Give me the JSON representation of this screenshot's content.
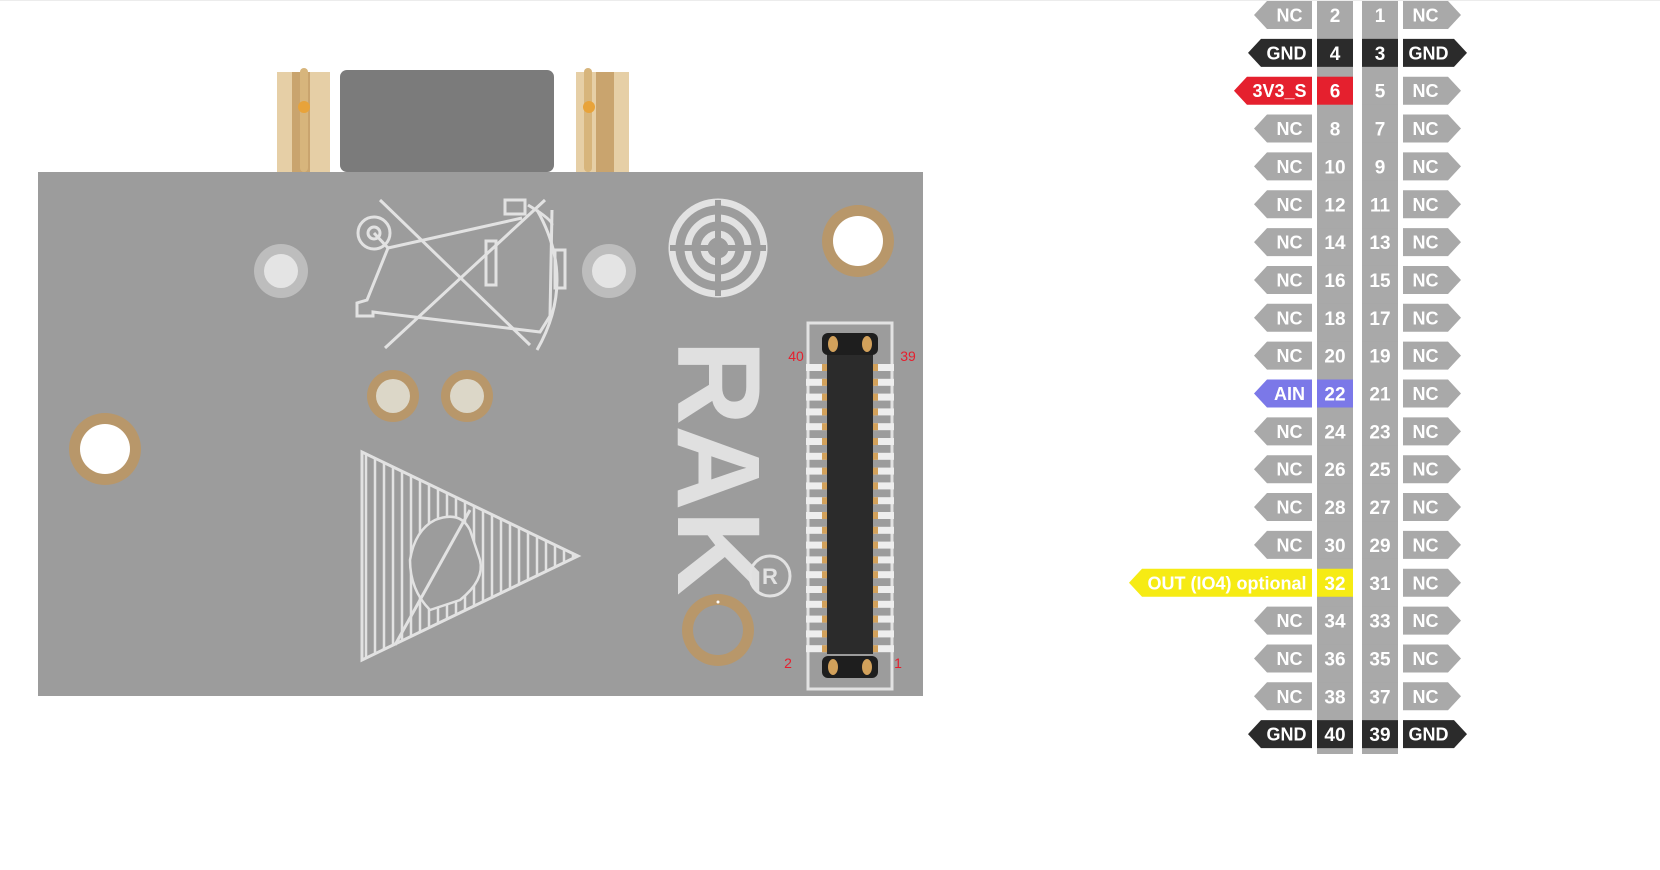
{
  "board": {
    "logo_text": "RAK",
    "registered_mark": "R",
    "connector_labels": {
      "top_left": "40",
      "top_right": "39",
      "bottom_left": "2",
      "bottom_right": "1"
    }
  },
  "pinout": {
    "rows": [
      {
        "left": {
          "pin": "2",
          "label": "NC",
          "type": "nc"
        },
        "right": {
          "pin": "1",
          "label": "NC",
          "type": "nc"
        }
      },
      {
        "left": {
          "pin": "4",
          "label": "GND",
          "type": "gnd"
        },
        "right": {
          "pin": "3",
          "label": "GND",
          "type": "gnd"
        }
      },
      {
        "left": {
          "pin": "6",
          "label": "3V3_S",
          "type": "pwr"
        },
        "right": {
          "pin": "5",
          "label": "NC",
          "type": "nc"
        }
      },
      {
        "left": {
          "pin": "8",
          "label": "NC",
          "type": "nc"
        },
        "right": {
          "pin": "7",
          "label": "NC",
          "type": "nc"
        }
      },
      {
        "left": {
          "pin": "10",
          "label": "NC",
          "type": "nc"
        },
        "right": {
          "pin": "9",
          "label": "NC",
          "type": "nc"
        }
      },
      {
        "left": {
          "pin": "12",
          "label": "NC",
          "type": "nc"
        },
        "right": {
          "pin": "11",
          "label": "NC",
          "type": "nc"
        }
      },
      {
        "left": {
          "pin": "14",
          "label": "NC",
          "type": "nc"
        },
        "right": {
          "pin": "13",
          "label": "NC",
          "type": "nc"
        }
      },
      {
        "left": {
          "pin": "16",
          "label": "NC",
          "type": "nc"
        },
        "right": {
          "pin": "15",
          "label": "NC",
          "type": "nc"
        }
      },
      {
        "left": {
          "pin": "18",
          "label": "NC",
          "type": "nc"
        },
        "right": {
          "pin": "17",
          "label": "NC",
          "type": "nc"
        }
      },
      {
        "left": {
          "pin": "20",
          "label": "NC",
          "type": "nc"
        },
        "right": {
          "pin": "19",
          "label": "NC",
          "type": "nc"
        }
      },
      {
        "left": {
          "pin": "22",
          "label": "AIN",
          "type": "ain"
        },
        "right": {
          "pin": "21",
          "label": "NC",
          "type": "nc"
        }
      },
      {
        "left": {
          "pin": "24",
          "label": "NC",
          "type": "nc"
        },
        "right": {
          "pin": "23",
          "label": "NC",
          "type": "nc"
        }
      },
      {
        "left": {
          "pin": "26",
          "label": "NC",
          "type": "nc"
        },
        "right": {
          "pin": "25",
          "label": "NC",
          "type": "nc"
        }
      },
      {
        "left": {
          "pin": "28",
          "label": "NC",
          "type": "nc"
        },
        "right": {
          "pin": "27",
          "label": "NC",
          "type": "nc"
        }
      },
      {
        "left": {
          "pin": "30",
          "label": "NC",
          "type": "nc"
        },
        "right": {
          "pin": "29",
          "label": "NC",
          "type": "nc"
        }
      },
      {
        "left": {
          "pin": "32",
          "label": "OUT (IO4) optional",
          "type": "io"
        },
        "right": {
          "pin": "31",
          "label": "NC",
          "type": "nc"
        }
      },
      {
        "left": {
          "pin": "34",
          "label": "NC",
          "type": "nc"
        },
        "right": {
          "pin": "33",
          "label": "NC",
          "type": "nc"
        }
      },
      {
        "left": {
          "pin": "36",
          "label": "NC",
          "type": "nc"
        },
        "right": {
          "pin": "35",
          "label": "NC",
          "type": "nc"
        }
      },
      {
        "left": {
          "pin": "38",
          "label": "NC",
          "type": "nc"
        },
        "right": {
          "pin": "37",
          "label": "NC",
          "type": "nc"
        }
      },
      {
        "left": {
          "pin": "40",
          "label": "GND",
          "type": "gnd"
        },
        "right": {
          "pin": "39",
          "label": "GND",
          "type": "gnd"
        }
      }
    ]
  },
  "colors": {
    "nc": {
      "bg": "#a9a9a9",
      "fg": "#ffffff"
    },
    "gnd": {
      "bg": "#2b2b2b",
      "fg": "#ffffff"
    },
    "pwr": {
      "bg": "#e5202e",
      "fg": "#ffffff"
    },
    "ain": {
      "bg": "#7b78e8",
      "fg": "#ffffff"
    },
    "io": {
      "bg": "#f6eb14",
      "fg": "#ffffff"
    },
    "board": "#9c9c9c",
    "copper": "#b8976a"
  }
}
